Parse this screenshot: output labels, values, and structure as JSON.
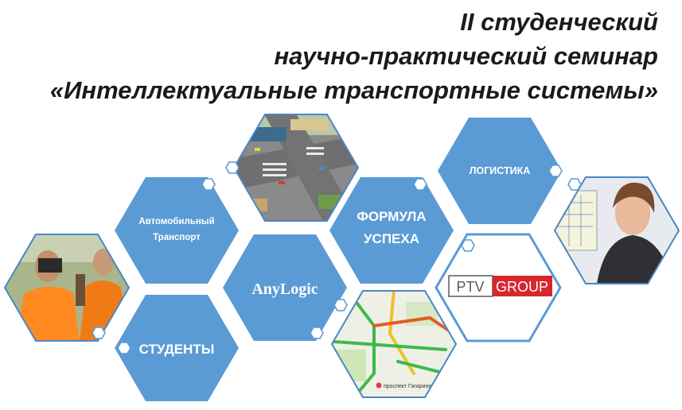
{
  "header": {
    "line1": "II студенческий",
    "line2": "научно-практический семинар",
    "line3": "«Интеллектуальные транспортные системы»"
  },
  "tiles": {
    "auto_line1": "Автомобильный",
    "auto_line2": "Транспорт",
    "formula_line1": "ФОРМУЛА",
    "formula_line2": "УСПЕХА",
    "logistics": "ЛОГИСТИКА",
    "anylogic": "AnyLogic",
    "students": "СТУДЕНТЫ"
  },
  "ptv_logo": {
    "left": "PTV",
    "right": "GROUP"
  },
  "map_label": "проспект Гагарина",
  "colors": {
    "hex_fill": "#5b9bd5",
    "hex_border": "#4a86c8",
    "ptv_red": "#d7262c",
    "ptv_gray": "#5a5a5a"
  }
}
